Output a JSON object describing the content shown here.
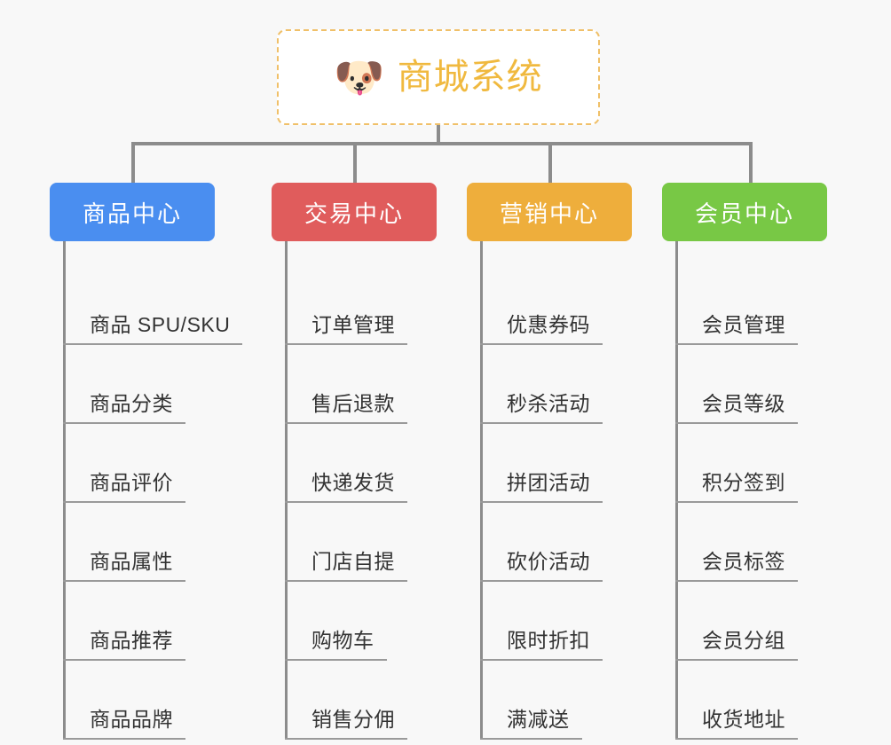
{
  "page": {
    "background_color": "#f8f8f8",
    "type": "organization-tree-diagram"
  },
  "root": {
    "icon": "shiba-dog-face-icon",
    "emoji": "🐶",
    "title": "商城系统",
    "text_color": "#f0b93f",
    "border_color": "#f0c069",
    "background_color": "#ffffff"
  },
  "categories": [
    {
      "label": "商品中心",
      "color": "#4a8ef0",
      "items": [
        {
          "label": "商品 SPU/SKU"
        },
        {
          "label": "商品分类"
        },
        {
          "label": "商品评价"
        },
        {
          "label": "商品属性"
        },
        {
          "label": "商品推荐"
        },
        {
          "label": "商品品牌"
        }
      ]
    },
    {
      "label": "交易中心",
      "color": "#e05c5c",
      "items": [
        {
          "label": "订单管理"
        },
        {
          "label": "售后退款"
        },
        {
          "label": "快递发货"
        },
        {
          "label": "门店自提"
        },
        {
          "label": "购物车"
        },
        {
          "label": "销售分佣"
        }
      ]
    },
    {
      "label": "营销中心",
      "color": "#eeae3c",
      "items": [
        {
          "label": "优惠券码"
        },
        {
          "label": "秒杀活动"
        },
        {
          "label": "拼团活动"
        },
        {
          "label": "砍价活动"
        },
        {
          "label": "限时折扣"
        },
        {
          "label": "满减送"
        }
      ]
    },
    {
      "label": "会员中心",
      "color": "#78c845",
      "items": [
        {
          "label": "会员管理"
        },
        {
          "label": "会员等级"
        },
        {
          "label": "积分签到"
        },
        {
          "label": "会员标签"
        },
        {
          "label": "会员分组"
        },
        {
          "label": "收货地址"
        }
      ]
    }
  ],
  "connector": {
    "color": "#8c8c8c"
  }
}
